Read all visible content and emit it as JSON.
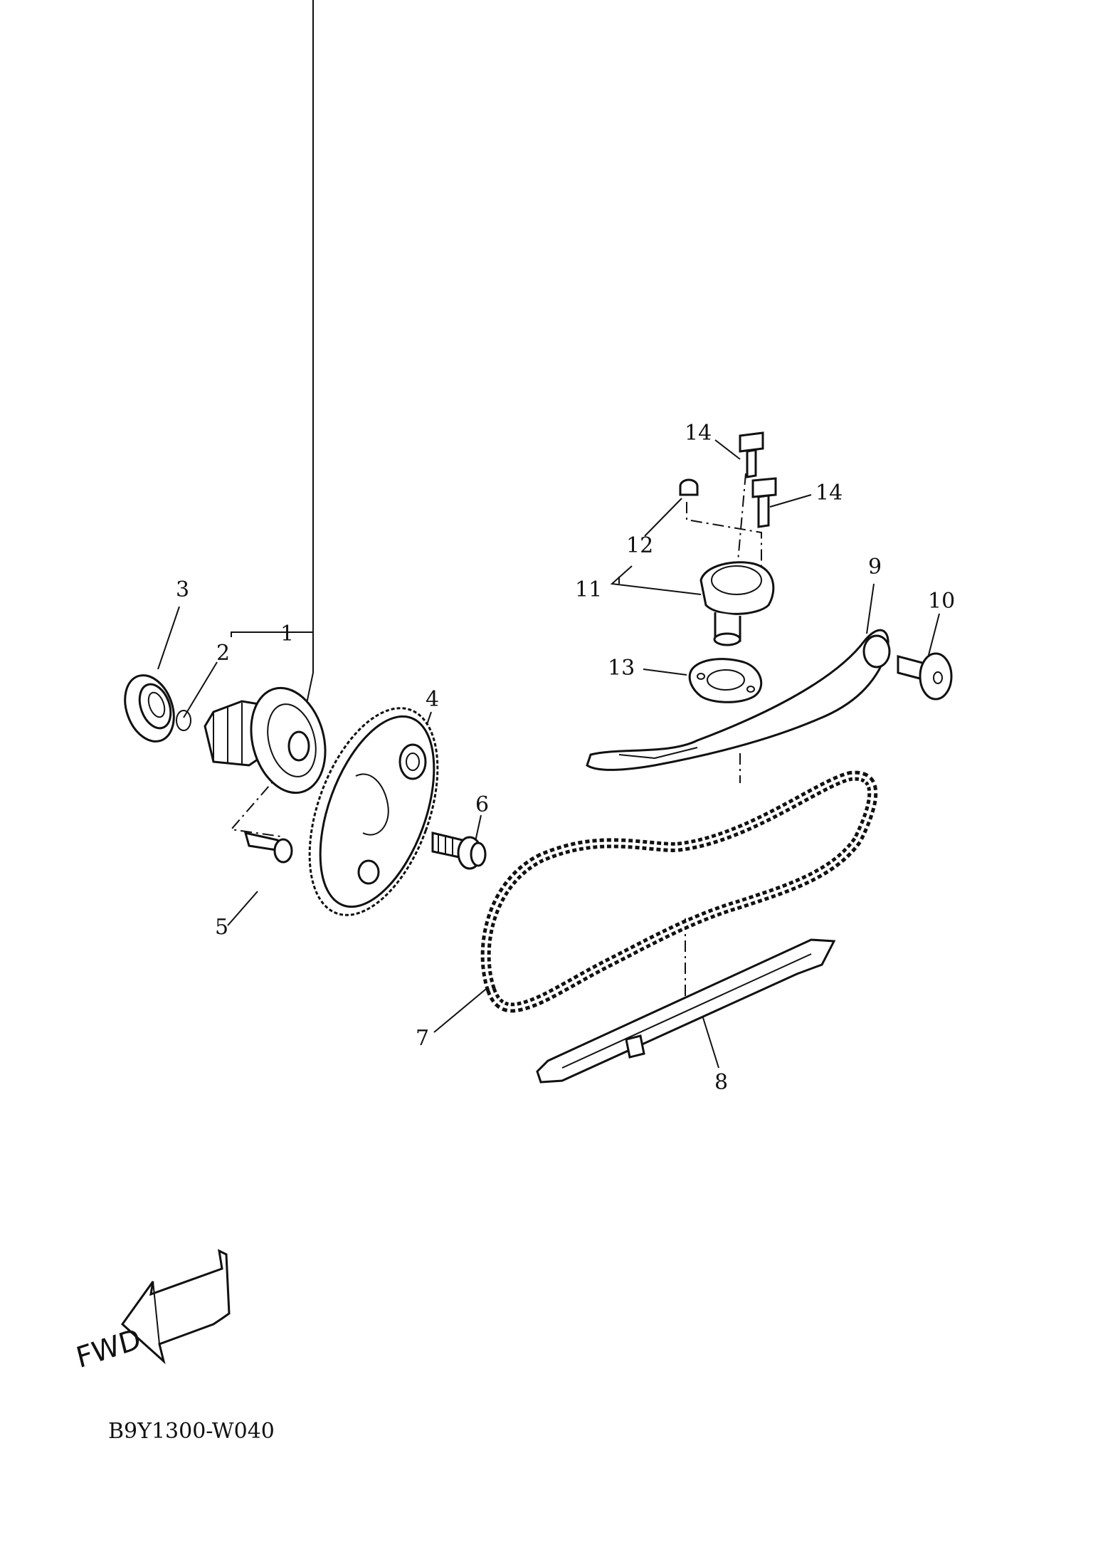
{
  "callouts": [
    {
      "id": "1",
      "text": "1"
    },
    {
      "id": "2",
      "text": "2"
    },
    {
      "id": "3",
      "text": "3"
    },
    {
      "id": "4",
      "text": "4"
    },
    {
      "id": "5",
      "text": "5"
    },
    {
      "id": "6",
      "text": "6"
    },
    {
      "id": "7",
      "text": "7"
    },
    {
      "id": "8",
      "text": "8"
    },
    {
      "id": "9",
      "text": "9"
    },
    {
      "id": "10",
      "text": "10"
    },
    {
      "id": "11",
      "text": "11"
    },
    {
      "id": "12",
      "text": "12"
    },
    {
      "id": "13",
      "text": "13"
    },
    {
      "id": "14a",
      "text": "14"
    },
    {
      "id": "14b",
      "text": "14"
    }
  ],
  "direction": {
    "text": "FWD"
  },
  "diagram_code": "B9Y1300-W040",
  "colors": {
    "ink": "#111111",
    "paper": "#ffffff"
  }
}
